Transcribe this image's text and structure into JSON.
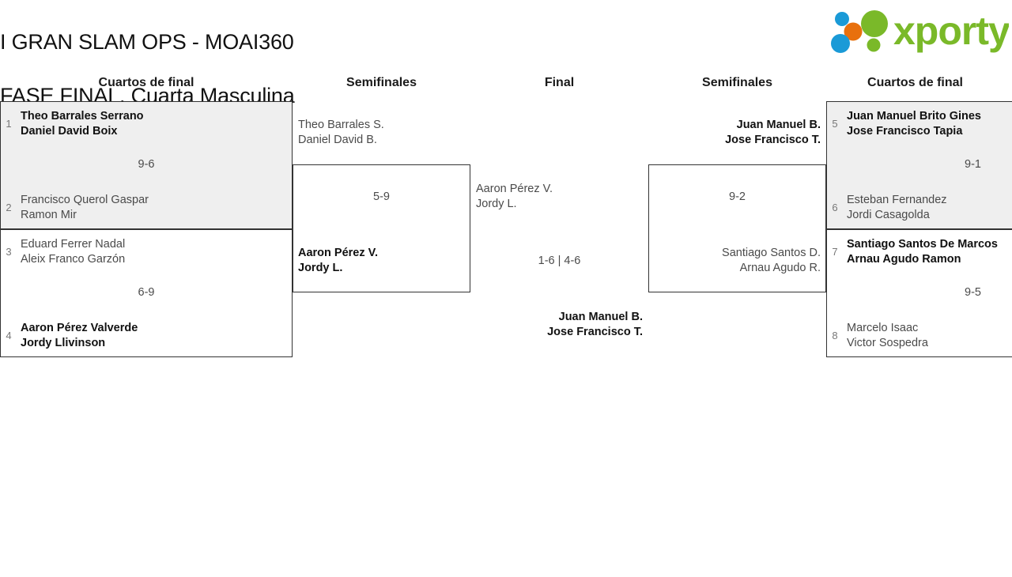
{
  "header": {
    "title_line1": "I GRAN SLAM OPS - MOAI360",
    "title_line2": "FASE FINAL. Cuarta Masculina",
    "logo": {
      "wordmark": "xporty",
      "colors": {
        "green": "#7ab929",
        "orange": "#e8700d",
        "blue": "#1a9ad7"
      },
      "dots": [
        "blue-dot",
        "orange-dot",
        "blue-dot",
        "green-dot-large",
        "green-dot-small"
      ]
    }
  },
  "columns": {
    "left_quarters": "Cuartos de final",
    "left_semis": "Semifinales",
    "final": "Final",
    "right_semis": "Semifinales",
    "right_quarters": "Cuartos de final"
  },
  "bracket": {
    "left_quarterfinals": [
      {
        "score": "9-6",
        "top": {
          "seed": "1",
          "p1": "Theo Barrales Serrano",
          "p2": "Daniel David Boix",
          "winner": true
        },
        "bottom": {
          "seed": "2",
          "p1": "Francisco Querol Gaspar",
          "p2": "Ramon Mir",
          "winner": false
        }
      },
      {
        "score": "6-9",
        "top": {
          "seed": "3",
          "p1": "Eduard Ferrer Nadal",
          "p2": "Aleix Franco Garzón",
          "winner": false
        },
        "bottom": {
          "seed": "4",
          "p1": "Aaron Pérez Valverde",
          "p2": "Jordy Llivinson",
          "winner": true
        }
      }
    ],
    "left_semifinal": {
      "score": "5-9",
      "top": {
        "p1": "Theo Barrales S.",
        "p2": "Daniel David B.",
        "winner": false
      },
      "bottom": {
        "p1": "Aaron Pérez V.",
        "p2": "Jordy L.",
        "winner": true
      }
    },
    "final": {
      "score": "1-6 | 4-6",
      "top": {
        "p1": "Aaron Pérez V.",
        "p2": "Jordy L.",
        "winner": false
      },
      "bottom": {
        "p1": "Juan Manuel B.",
        "p2": "Jose Francisco T.",
        "winner": true
      }
    },
    "right_semifinal": {
      "score": "9-2",
      "top": {
        "p1": "Juan Manuel B.",
        "p2": "Jose Francisco T.",
        "winner": true
      },
      "bottom": {
        "p1": "Santiago Santos D.",
        "p2": "Arnau Agudo R.",
        "winner": false
      }
    },
    "right_quarterfinals": [
      {
        "score": "9-1",
        "top": {
          "seed": "5",
          "p1": "Juan Manuel Brito Gines",
          "p2": "Jose Francisco Tapia",
          "winner": true
        },
        "bottom": {
          "seed": "6",
          "p1": "Esteban Fernandez",
          "p2": "Jordi Casagolda",
          "winner": false
        }
      },
      {
        "score": "9-5",
        "top": {
          "seed": "7",
          "p1": "Santiago Santos De Marcos",
          "p2": "Arnau Agudo Ramon",
          "winner": true
        },
        "bottom": {
          "seed": "8",
          "p1": "Marcelo Isaac",
          "p2": "Victor Sospedra",
          "winner": false
        }
      }
    ]
  }
}
